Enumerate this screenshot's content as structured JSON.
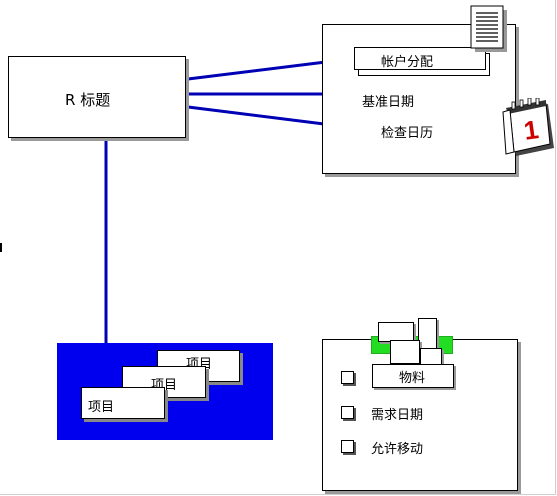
{
  "header_box": {
    "label": "R 标题"
  },
  "header_fields": [
    {
      "label": "帐户分配",
      "framed": true
    },
    {
      "label": "基准日期",
      "framed": false
    },
    {
      "label": "检查日历",
      "framed": false
    }
  ],
  "calendar_page": "1",
  "items_panel": {
    "items": [
      "项目",
      "项目",
      "项目"
    ]
  },
  "material_panel": {
    "title": "物料",
    "checkboxes": [
      "需求日期",
      "允许移动"
    ]
  },
  "colors": {
    "connector": "#0000b4",
    "items_bg": "#0000ee",
    "material_accent": "#22dd22",
    "calendar_red": "#cc0000"
  }
}
